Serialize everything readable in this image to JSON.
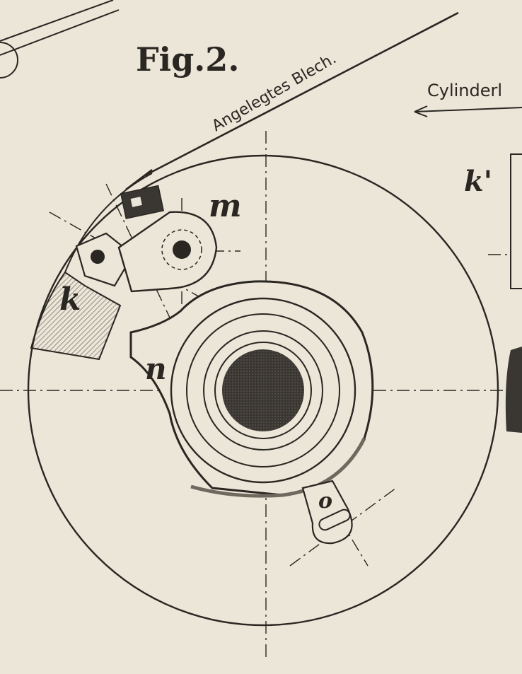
{
  "figure": {
    "title": "Fig.2.",
    "sheet_label": "Angelegtes Blech.",
    "cylinder_label": "Cylinderl",
    "letters": {
      "m": "m",
      "k": "k",
      "n": "n",
      "o": "o",
      "k_right": "k'"
    }
  },
  "colors": {
    "paper": "#ebe6d8",
    "ink": "#2a2622",
    "hatch": "#6e685f",
    "hub": "#3a3632"
  }
}
